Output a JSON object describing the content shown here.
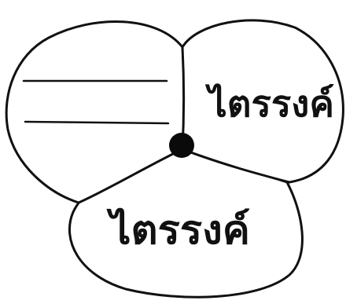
{
  "diagram": {
    "lobes": [
      {
        "id": "left",
        "label": ""
      },
      {
        "id": "right",
        "label": "ไตรรงค์"
      },
      {
        "id": "bottom",
        "label": "ไตรรงค์"
      }
    ],
    "left_blank_lines": 2
  }
}
